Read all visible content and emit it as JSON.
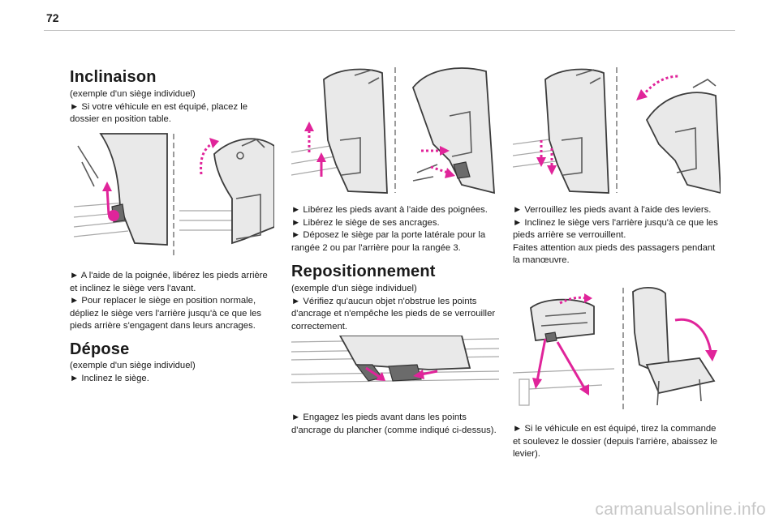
{
  "page": {
    "number": "72"
  },
  "col1": {
    "heading_inclinaison": "Inclinaison",
    "para1": "(exemple d'un siège individuel)\n►  Si votre véhicule en est équipé, placez le dossier en position table.",
    "para2": "►  A l'aide de la poignée, libérez les pieds arrière et inclinez le siège vers l'avant.\n►  Pour replacer le siège en position normale, dépliez le siège vers l'arrière jusqu'à ce que les pieds arrière s'engagent dans leurs ancrages.",
    "heading_depose": "Dépose",
    "para3": "(exemple d'un siège individuel)\n►  Inclinez le siège."
  },
  "col2": {
    "para1": "►  Libérez les pieds avant à l'aide des poignées.\n►  Libérez le siège de ses ancrages.\n►  Déposez le siège par la porte latérale pour la rangée 2 ou par l'arrière pour la rangée 3.",
    "heading_repositionnement": "Repositionnement",
    "para2": "(exemple d'un siège individuel)\n►  Vérifiez qu'aucun objet n'obstrue les points d'ancrage et n'empêche les pieds de se verrouiller correctement.",
    "para3": "►  Engagez les pieds avant dans les points d'ancrage du plancher (comme indiqué ci-dessus)."
  },
  "col3": {
    "para1": "►  Verrouillez les pieds avant à l'aide des leviers.\n►  Inclinez le siège vers l'arrière jusqu'à ce que les pieds arrière se verrouillent.\nFaites attention aux pieds des passagers pendant la manœuvre.",
    "para2": "►  Si le véhicule en est équipé, tirez la commande et soulevez le dossier (depuis l'arrière, abaissez le levier)."
  },
  "footer": {
    "watermark": "carmanualsonline.info"
  },
  "colors": {
    "accent": "#e0249a",
    "line": "#5a5a5a"
  }
}
